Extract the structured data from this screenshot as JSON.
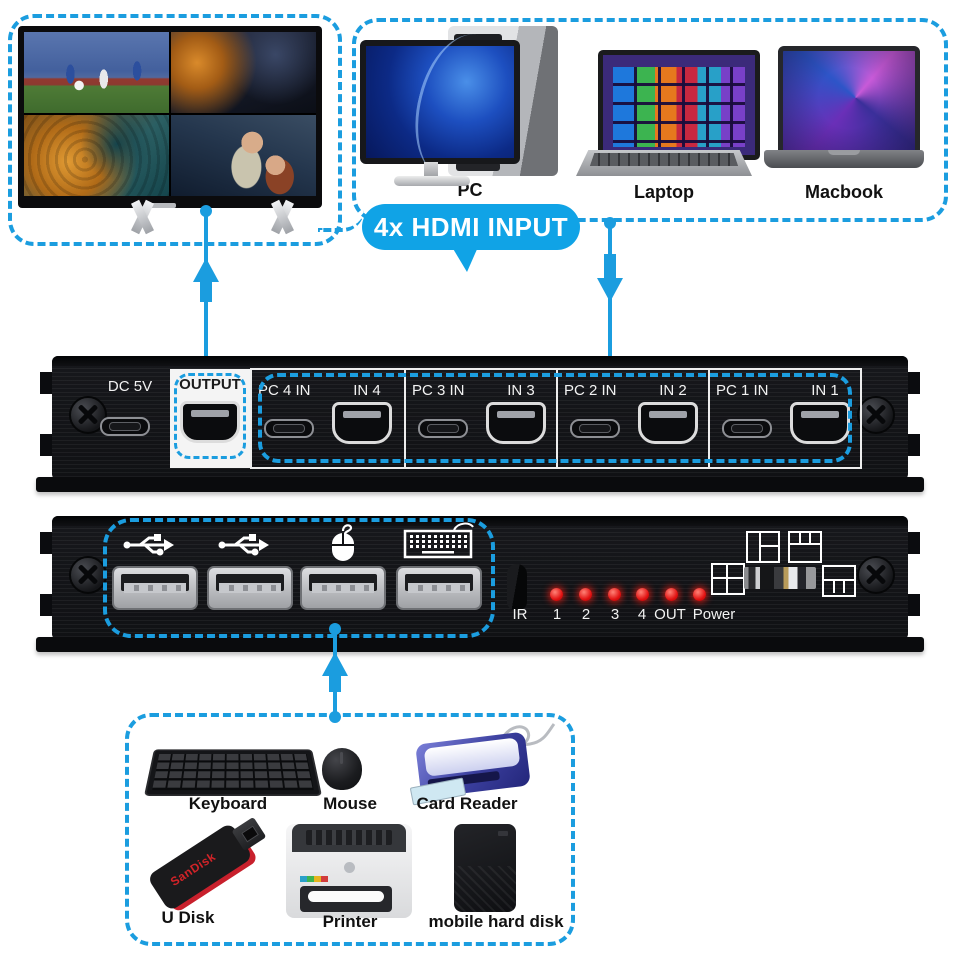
{
  "colors": {
    "accent": "#1b9ddf",
    "bubble": "#10a3e6",
    "led_red": "#e01010",
    "panel_black": "#121318"
  },
  "tv": {
    "description": "TV showing quad multiview",
    "quadrants": [
      "football match",
      "action movie",
      "abstract art",
      "romance movie"
    ]
  },
  "sources": {
    "pc_label": "PC",
    "laptop_label": "Laptop",
    "macbook_label": "Macbook",
    "bubble_label": "4x HDMI INPUT"
  },
  "rear_panel": {
    "dc_label": "DC 5V",
    "output_label": "OUTPUT",
    "inputs": [
      {
        "pc_label": "PC 4 IN",
        "hdmi_label": "IN 4"
      },
      {
        "pc_label": "PC 3 IN",
        "hdmi_label": "IN 3"
      },
      {
        "pc_label": "PC 2 IN",
        "hdmi_label": "IN 2"
      },
      {
        "pc_label": "PC 1 IN",
        "hdmi_label": "IN 1"
      }
    ]
  },
  "front_panel": {
    "usb_port_icons": [
      "usb",
      "usb",
      "mouse",
      "keyboard"
    ],
    "ir_label": "IR",
    "leds": [
      {
        "label": "1"
      },
      {
        "label": "2"
      },
      {
        "label": "3"
      },
      {
        "label": "4"
      },
      {
        "label": "OUT"
      },
      {
        "label": "Power"
      }
    ],
    "display_mode_icons": [
      "one-left-two-right",
      "three-top-one-bottom",
      "quad-grid",
      "pcb-photo",
      "one-top-three-bottom"
    ]
  },
  "peripherals": {
    "row1": [
      {
        "label": "Keyboard"
      },
      {
        "label": "Mouse"
      },
      {
        "label": "Card Reader"
      }
    ],
    "row2": [
      {
        "label": "U Disk"
      },
      {
        "label": "Printer"
      },
      {
        "label": "mobile hard disk"
      }
    ],
    "u_disk_brand": "SanDisk"
  }
}
